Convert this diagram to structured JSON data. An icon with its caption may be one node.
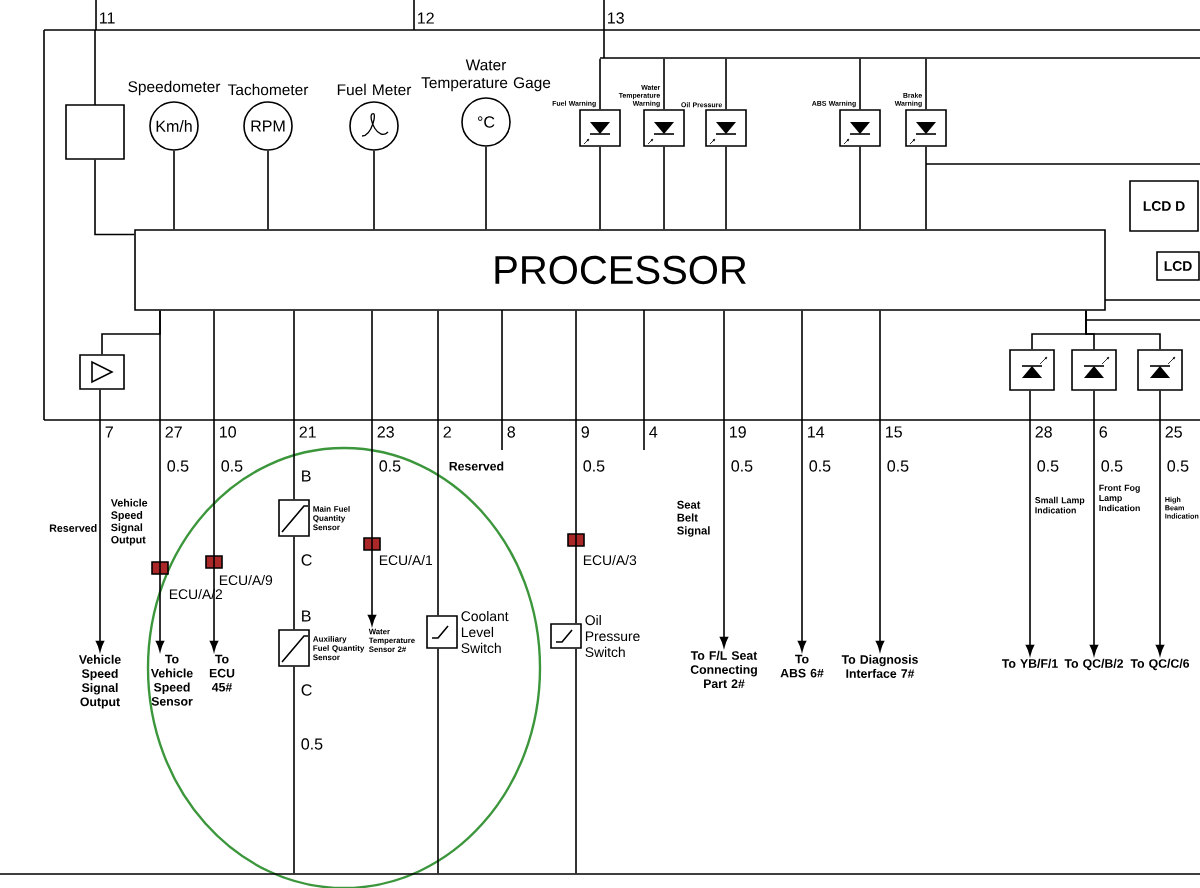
{
  "diagram": {
    "nodes": [
      {
        "text": [
          "PROCESSOR"
        ]
      },
      {
        "text": [
          "Km/h"
        ],
        "beside": [
          "Speedometer"
        ]
      },
      {
        "text": [
          "RPM"
        ],
        "beside": [
          "Tachometer"
        ]
      },
      {
        "text": [],
        "shape": "circle",
        "beside": [
          "Fuel Meter"
        ]
      },
      {
        "text": [
          "°C"
        ],
        "beside": [
          "Water Temperature Gage"
        ]
      },
      {
        "text": [],
        "shape": "box",
        "beside": [
          "Fuel Warning"
        ]
      },
      {
        "text": [],
        "shape": "box",
        "beside": [
          "Water Temperature Warning"
        ]
      },
      {
        "text": [],
        "shape": "box",
        "beside": [
          "Oil Pressure"
        ]
      },
      {
        "text": [],
        "shape": "box",
        "beside": [
          "ABS Warning"
        ]
      },
      {
        "text": [],
        "shape": "box",
        "beside": [
          "Brake Warning"
        ]
      },
      {
        "text": [],
        "shape": "box"
      },
      {
        "text": [],
        "shape": "box"
      },
      {
        "text": [
          "LCD D"
        ]
      },
      {
        "text": [
          "LCD"
        ]
      },
      {
        "text": [],
        "shape": "box"
      },
      {
        "text": [],
        "shape": "box"
      },
      {
        "text": [],
        "shape": "box"
      },
      {
        "text": [],
        "shape": "box",
        "beside": [
          "Main Fuel Quantity Sensor"
        ]
      },
      {
        "text": [],
        "shape": "box",
        "beside": [
          "Auxiliary Fuel Quantity Sensor"
        ]
      },
      {
        "text": [],
        "shape": "box",
        "beside": [
          "Coolant Level Switch"
        ]
      },
      {
        "text": [],
        "shape": "box",
        "beside": [
          "Oil Pressure Switch"
        ]
      },
      {
        "text": [
          "Vehicle Speed Signal Output"
        ]
      },
      {
        "text": [
          "To Vehicle Speed Sensor"
        ]
      },
      {
        "text": [
          "To ECU 45#"
        ]
      },
      {
        "text": [
          "Water Temperature Sensor 2#"
        ]
      },
      {
        "text": [
          "To F/L Seat Connecting Part 2#"
        ]
      },
      {
        "text": [
          "To ABS 6#"
        ]
      },
      {
        "text": [
          "To Diagnosis Interface 7#"
        ]
      },
      {
        "text": [
          "To YB/F/1"
        ]
      },
      {
        "text": [
          "To QC/B/2"
        ]
      },
      {
        "text": [
          "To QC/C/6"
        ]
      },
      {
        "text": [],
        "shape": "bar"
      },
      {
        "text": [],
        "shape": "bar"
      }
    ],
    "edges": [
      {
        "from": 0,
        "to": 1,
        "arrow": "none"
      },
      {
        "from": 0,
        "to": 2,
        "arrow": "none"
      },
      {
        "from": 0,
        "to": 3,
        "arrow": "none"
      },
      {
        "from": 0,
        "to": 4,
        "arrow": "none"
      },
      {
        "from": 0,
        "to": 5,
        "arrow": "none"
      },
      {
        "from": 0,
        "to": 6,
        "arrow": "none"
      },
      {
        "from": 0,
        "to": 7,
        "arrow": "none"
      },
      {
        "from": 0,
        "to": 8,
        "arrow": "none"
      },
      {
        "from": 0,
        "to": 9,
        "arrow": "none"
      },
      {
        "from": 10,
        "to": 0,
        "arrow": "none"
      },
      {
        "from": 11,
        "to": 0,
        "arrow": "none"
      },
      {
        "from": 11,
        "to": 21,
        "arrow": "to"
      },
      {
        "from": 0,
        "to": 22,
        "arrow": "to"
      },
      {
        "from": 0,
        "to": 23,
        "arrow": "to"
      },
      {
        "from": 0,
        "to": 17,
        "arrow": "none"
      },
      {
        "from": 17,
        "to": 18,
        "arrow": "none"
      },
      {
        "from": 0,
        "to": 24,
        "arrow": "to"
      },
      {
        "from": 0,
        "to": 19,
        "arrow": "none"
      },
      {
        "from": 0,
        "to": 20,
        "arrow": "none"
      },
      {
        "from": 0,
        "to": 25,
        "arrow": "to"
      },
      {
        "from": 0,
        "to": 26,
        "arrow": "to"
      },
      {
        "from": 0,
        "to": 27,
        "arrow": "to"
      },
      {
        "from": 0,
        "to": 14,
        "arrow": "none"
      },
      {
        "from": 0,
        "to": 15,
        "arrow": "none"
      },
      {
        "from": 0,
        "to": 16,
        "arrow": "none"
      },
      {
        "from": 14,
        "to": 28,
        "arrow": "to"
      },
      {
        "from": 15,
        "to": 29,
        "arrow": "to"
      },
      {
        "from": 16,
        "to": 30,
        "arrow": "to"
      },
      {
        "from": 31,
        "to": 5,
        "arrow": "none"
      },
      {
        "from": 31,
        "to": 6,
        "arrow": "none"
      },
      {
        "from": 31,
        "to": 7,
        "arrow": "none"
      },
      {
        "from": 31,
        "to": 8,
        "arrow": "none"
      },
      {
        "from": 31,
        "to": 9,
        "arrow": "none"
      },
      {
        "from": 18,
        "to": 32,
        "arrow": "none"
      },
      {
        "from": 19,
        "to": 32,
        "arrow": "none"
      },
      {
        "from": 20,
        "to": 32,
        "arrow": "none"
      }
    ],
    "labels": [
      "11",
      "12",
      "13",
      "7",
      "27",
      "10",
      "21",
      "23",
      "2",
      "8",
      "9",
      "4",
      "19",
      "14",
      "15",
      "28",
      "6",
      "25",
      "0.5",
      "0.5",
      "0.5",
      "0.5",
      "0.5",
      "0.5",
      "0.5",
      "0.5",
      "0.5",
      "0.5",
      "Reserved",
      "Vehicle Speed Signal Output",
      "ECU/A/2",
      "ECU/A/9",
      "B",
      "C",
      "B",
      "C",
      "0.5",
      "ECU/A/1",
      "Reserved",
      "ECU/A/3",
      "Seat Belt Signal",
      "Small Lamp Indication",
      "Front Fog Lamp Indication",
      "High Beam Indication"
    ]
  }
}
